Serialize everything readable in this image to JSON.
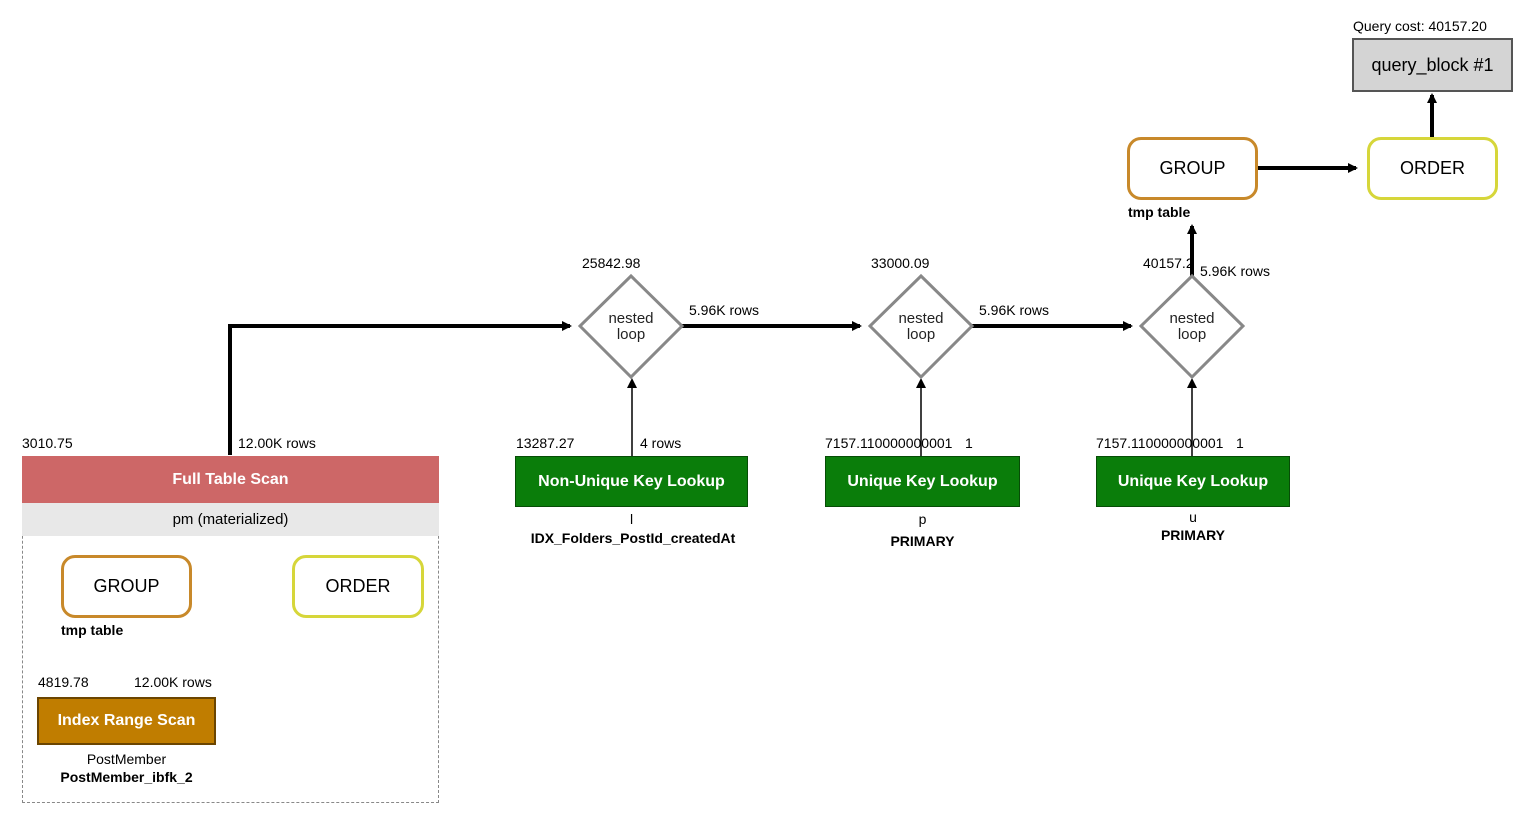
{
  "query_cost": "Query cost: 40157.20",
  "query_block": "query_block #1",
  "top_group": {
    "label": "GROUP",
    "sub": "tmp table",
    "cost": "40157.2",
    "rows": "5.96K rows"
  },
  "top_order": {
    "label": "ORDER"
  },
  "nested_loops": [
    {
      "cost": "25842.98",
      "label_line1": "nested",
      "label_line2": "loop",
      "rows_out": "5.96K rows"
    },
    {
      "cost": "33000.09",
      "label_line1": "nested",
      "label_line2": "loop",
      "rows_out": "5.96K rows"
    },
    {
      "cost": "40157.2",
      "label_line1": "nested",
      "label_line2": "loop",
      "rows_out": "5.96K rows"
    }
  ],
  "full_scan": {
    "cost": "3010.75",
    "rows": "12.00K rows",
    "header": "Full Table Scan",
    "subheader": "pm (materialized)",
    "inner_group": {
      "label": "GROUP",
      "sub": "tmp table"
    },
    "inner_order": {
      "label": "ORDER"
    },
    "index_scan": {
      "cost": "4819.78",
      "rows": "12.00K rows",
      "label": "Index Range Scan",
      "table": "PostMember",
      "key": "PostMember_ibfk_2"
    }
  },
  "lookups": [
    {
      "cost": "13287.27",
      "rows": "4 rows",
      "label": "Non-Unique Key Lookup",
      "table": "l",
      "key": "IDX_Folders_PostId_createdAt"
    },
    {
      "cost": "7157.110000000001",
      "rows": "1",
      "label": "Unique Key Lookup",
      "table": "p",
      "key": "PRIMARY"
    },
    {
      "cost": "7157.110000000001",
      "rows": "1",
      "label": "Unique Key Lookup",
      "table": "u",
      "key": "PRIMARY"
    }
  ],
  "colors": {
    "full_scan_header": "#cd6767",
    "green_box": "#0a7d0a",
    "orange_box": "#c07d00",
    "group_border": "#c8892a",
    "order_border": "#d6d63a",
    "query_block_bg": "#d4d4d4"
  }
}
